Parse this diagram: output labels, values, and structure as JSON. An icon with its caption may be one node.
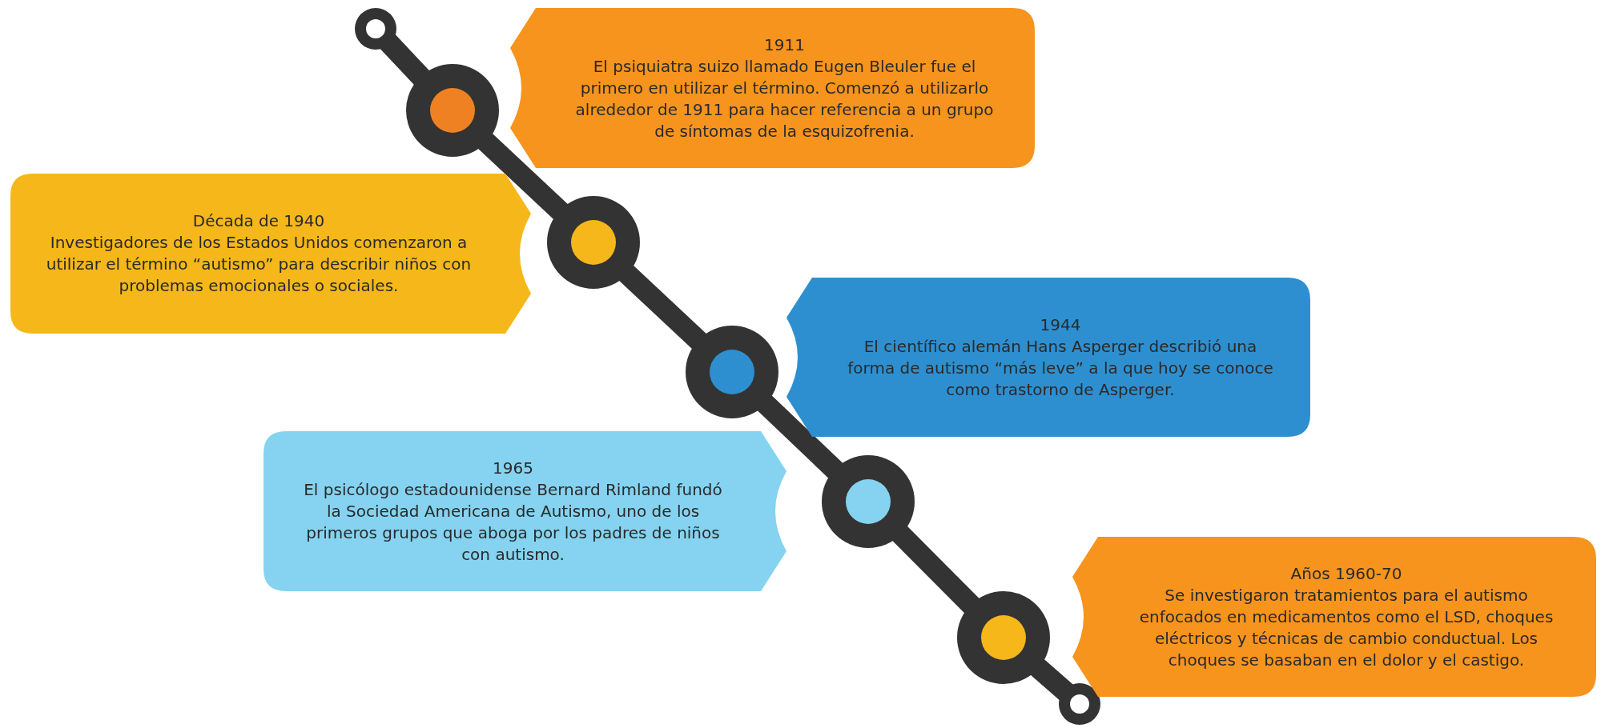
{
  "diagram": {
    "nodes": [
      {
        "text": [
          "1911",
          "El psiquiatra suizo llamado Eugen Bleuler fue el primero en utilizar el término. Comenzó a utilizarlo alrededor de 1911 para hacer referencia a un grupo de síntomas de la esquizofrenia."
        ]
      },
      {
        "text": [
          "Década de 1940",
          "Investigadores de los Estados Unidos comenzaron a utilizar el término “autismo” para describir niños con problemas emocionales o sociales."
        ]
      },
      {
        "text": [
          "1944",
          "El científico alemán Hans Asperger describió una forma de autismo “más leve” a la que hoy se conoce como trastorno de Asperger."
        ]
      },
      {
        "text": [
          "1965",
          "El psicólogo estadounidense Bernard Rimland fundó la Sociedad Americana de Autismo, uno de los primeros grupos que aboga por los padres de niños con autismo."
        ]
      },
      {
        "text": [
          "Años 1960-70",
          "Se investigaron tratamientos para el autismo enfocados en medicamentos como el LSD, choques eléctricos y técnicas de cambio conductual. Los choques se basaban en el dolor y el castigo."
        ]
      }
    ],
    "edges": []
  }
}
